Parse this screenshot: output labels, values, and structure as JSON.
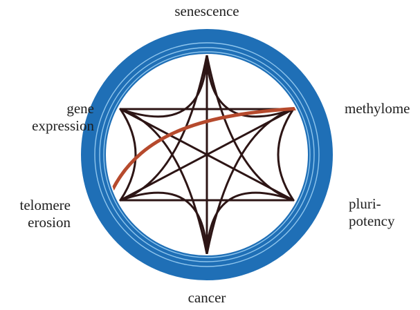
{
  "colors": {
    "ring_dark": "#1f6fb6",
    "ring_light": "#8fc6ee",
    "edge_dark": "#2d1515",
    "edge_highlight": "#b64a2d",
    "text": "#1f1f1f"
  },
  "nodes": {
    "senescence": {
      "label": "senescence"
    },
    "methylome": {
      "label": "methylome"
    },
    "pluripotency": {
      "label_line1": "pluri-",
      "label_line2": "potency"
    },
    "cancer": {
      "label": "cancer"
    },
    "telomere_erosion": {
      "label_line1": "telomere",
      "label_line2": "erosion"
    },
    "gene_expression": {
      "label_line1": "gene",
      "label_line2": "expression"
    }
  }
}
